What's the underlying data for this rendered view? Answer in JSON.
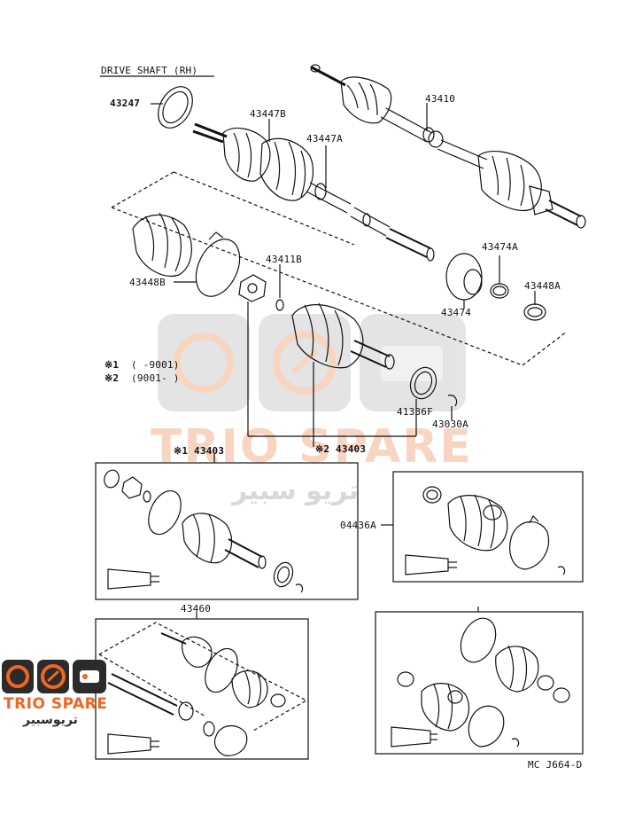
{
  "title": "DRIVE SHAFT (RH)",
  "footer_code": "MC J664-D",
  "parts": {
    "p43247": "43247",
    "p43447B": "43447B",
    "p43447A": "43447A",
    "p43410": "43410",
    "p43448B": "43448B",
    "p43411B": "43411B",
    "p43474A": "43474A",
    "p43448A": "43448A",
    "p43474": "43474",
    "p41336F": "41336F",
    "p43030A": "43030A",
    "p43403_1": "※1 43403",
    "p43403_2": "※2 43403",
    "p04436A": "04436A",
    "p43460": "43460"
  },
  "notes": {
    "n1_mark": "※1",
    "n1_range": "(     -9001)",
    "n2_mark": "※2",
    "n2_range": "(9001-     )"
  },
  "watermark": {
    "brand": "TRIO SPARE",
    "arabic": "تريو سبير"
  },
  "logo": {
    "brand": "TRIO SPARE",
    "arabic": "تريوسبير"
  },
  "colors": {
    "line": "#111111",
    "watermark": "#cfcfcf",
    "watermark_accent": "#f2b38e",
    "logo_dark": "#2b2b2b",
    "logo_orange": "#f26522"
  }
}
